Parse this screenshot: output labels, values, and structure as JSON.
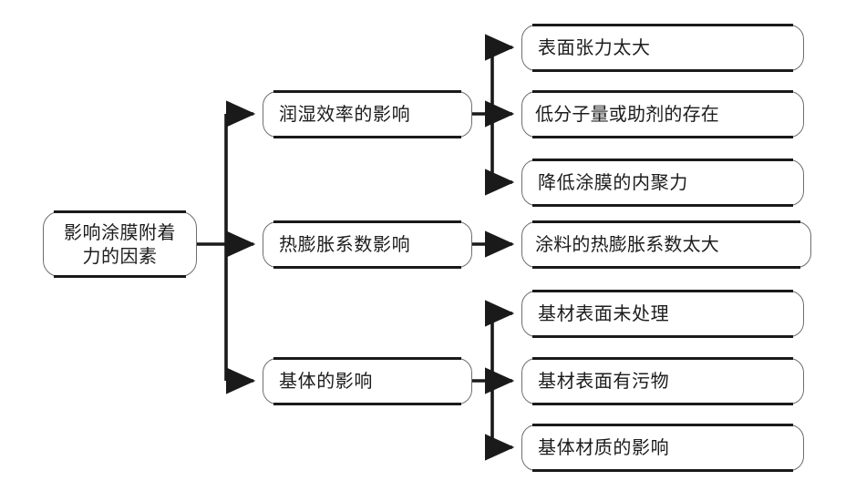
{
  "diagram": {
    "type": "horizontal-tree",
    "title": "影响涂膜附着力的因素",
    "root": {
      "id": "root",
      "label": "影响涂膜附着\n力的因素"
    },
    "branches": [
      {
        "id": "branch-wetting",
        "label": "润湿效率的影响",
        "children": [
          {
            "id": "leaf-surface-tension",
            "label": "表面张力太大"
          },
          {
            "id": "leaf-low-molecular",
            "label": "低分子量或助剂的存在"
          },
          {
            "id": "leaf-cohesion",
            "label": "降低涂膜的内聚力"
          }
        ]
      },
      {
        "id": "branch-thermal-expansion",
        "label": "热膨胀系数影响",
        "children": [
          {
            "id": "leaf-coating-expansion",
            "label": "涂料的热膨胀系数太大"
          }
        ]
      },
      {
        "id": "branch-substrate",
        "label": "基体的影响",
        "children": [
          {
            "id": "leaf-untreated-surface",
            "label": "基材表面未处理"
          },
          {
            "id": "leaf-contaminated-surface",
            "label": "基材表面有污物"
          },
          {
            "id": "leaf-substrate-material",
            "label": "基体材质的影响"
          }
        ]
      }
    ],
    "colors": {
      "background": "#ffffff",
      "box_outline": "#6e6e6e",
      "box_bar": "#1a1a1a",
      "connector": "#1a1a1a",
      "text": "#1c1c1c"
    }
  }
}
